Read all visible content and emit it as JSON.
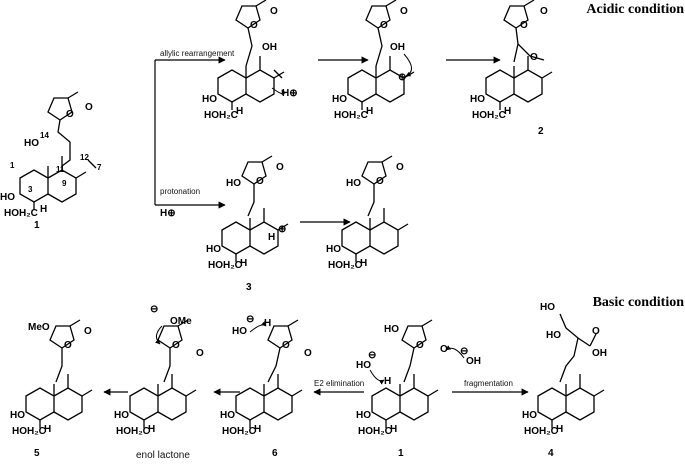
{
  "headings": {
    "acidic": "Acidic condition",
    "basic": "Basic condition"
  },
  "arrows": {
    "allylic": "allylic rearrangement",
    "protonation": "protonation",
    "e2": "E2 elimination",
    "fragmentation": "fragmentation"
  },
  "compounds": {
    "c1_top": "1",
    "c2": "2",
    "c3": "3",
    "c5": "5",
    "enol": "enol lactone",
    "c6": "6",
    "c1_bottom": "1",
    "c4": "4"
  },
  "atoms": {
    "o": "O",
    "oh": "OH",
    "ho": "HO",
    "hoh2c": "HOH₂C",
    "h": "H",
    "meo": "MeO",
    "ome": "OMe",
    "minus": "⊖",
    "plus": "⊕",
    "hplus": "H⊕"
  },
  "numbering": {
    "n14": "14",
    "n12": "12",
    "n11": "11",
    "n1": "1",
    "n9": "9",
    "n7": "7",
    "n3": "3"
  }
}
